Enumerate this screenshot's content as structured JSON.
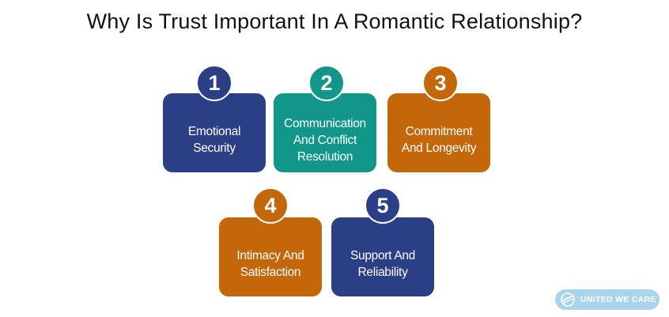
{
  "title": "Why Is Trust Important In A Romantic Relationship?",
  "colors": {
    "navy": "#2b3f87",
    "teal": "#12968a",
    "orange": "#c4660a",
    "logo_bg": "#a9d4ec"
  },
  "items": [
    {
      "number": "1",
      "label_line1": "Emotional",
      "label_line2": "Security",
      "label_line3": "",
      "color": "#2b3f87"
    },
    {
      "number": "2",
      "label_line1": "Communication",
      "label_line2": "And Conflict",
      "label_line3": "Resolution",
      "color": "#12968a"
    },
    {
      "number": "3",
      "label_line1": "Commitment",
      "label_line2": "And Longevity",
      "label_line3": "",
      "color": "#c4660a"
    },
    {
      "number": "4",
      "label_line1": "Intimacy And",
      "label_line2": "Satisfaction",
      "label_line3": "",
      "color": "#c4660a"
    },
    {
      "number": "5",
      "label_line1": "Support And",
      "label_line2": "Reliability",
      "label_line3": "",
      "color": "#2b3f87"
    }
  ],
  "logo": {
    "text": "UNITED WE CARE",
    "icon": "globe-logo-icon"
  }
}
